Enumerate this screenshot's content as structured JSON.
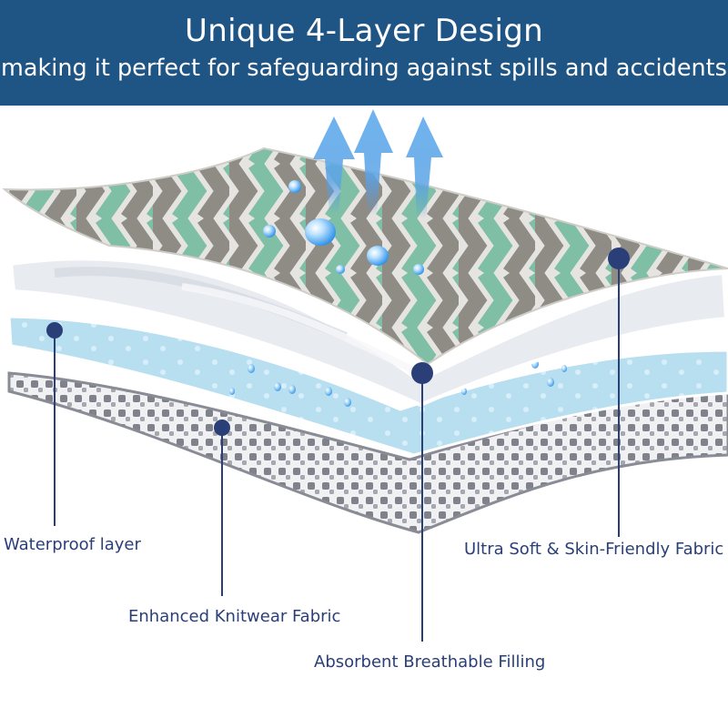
{
  "banner": {
    "title": "Unique 4-Layer Design",
    "subtitle": "making it perfect for safeguarding against spills and accidents",
    "background_color": "#1e5585"
  },
  "layers": [
    {
      "label": "Ultra Soft & Skin-Friendly Fabric",
      "color": "#2a3f78"
    },
    {
      "label": "Absorbent Breathable Filling",
      "color": "#2a3f78"
    },
    {
      "label": "Waterproof layer",
      "color": "#2a3f78"
    },
    {
      "label": "Enhanced Knitwear Fabric",
      "color": "#2a3f78"
    }
  ],
  "colors": {
    "chevron_grey": "#8f8c86",
    "chevron_mint": "#7fbfa6",
    "filling": "#e8ebf0",
    "waterproof": "#b8dff0",
    "knit": "#8a8c95",
    "arrow": "#4a96e0"
  },
  "icons": [
    "up-arrow-icon",
    "water-drop-icon"
  ]
}
